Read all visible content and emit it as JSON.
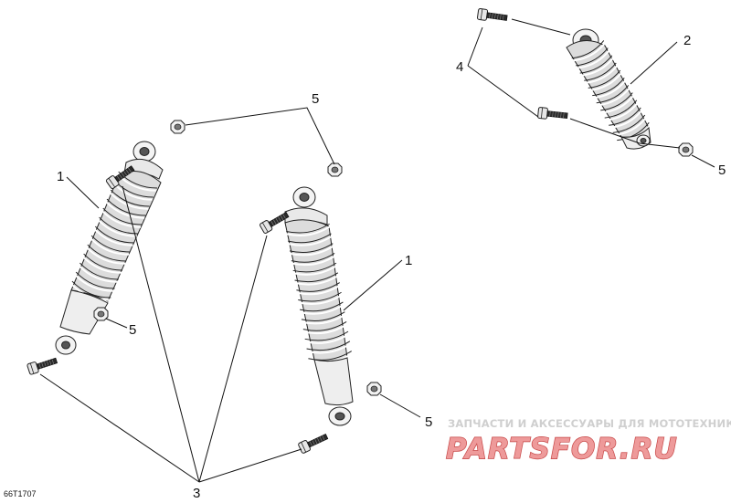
{
  "callouts": {
    "shock_front_left": "1",
    "shock_front_right": "1",
    "shock_rear": "2",
    "bolts": "3",
    "rear_bolts": "4",
    "nut_top": "5",
    "nut_front_left": "5",
    "nut_front_right": "5",
    "nut_rear": "5"
  },
  "drawing_code": "66T1707",
  "watermark": {
    "tagline": "ЗАПЧАСТИ И АКСЕССУАРЫ ДЛЯ МОТОТЕХНИКИ",
    "logo": "PARTSFOR.RU"
  }
}
